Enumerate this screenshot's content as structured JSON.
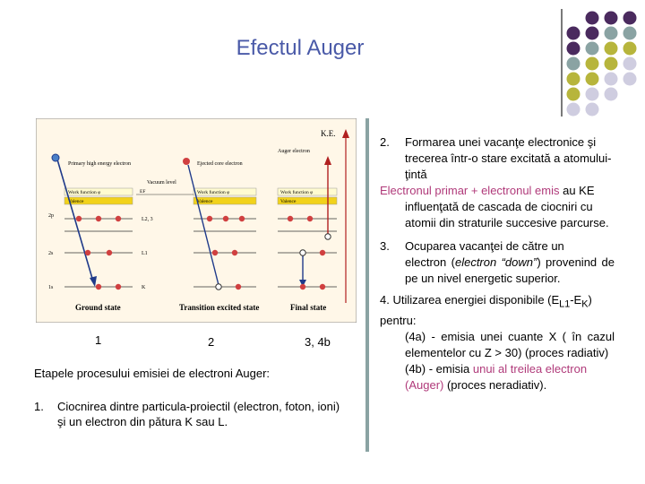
{
  "title": "Efectul Auger",
  "figure": {
    "ke_axis": "K.E.",
    "auger_electron": "Auger electron",
    "primary_electron": "Primary high energy electron",
    "ejected_electron": "Ejected core electron",
    "vacuum_level": "Vacuum level",
    "work_function": "Work function φ",
    "valence": "Valence",
    "fermi": "EF",
    "l23": "L2, 3",
    "l1": "L1",
    "k": "K",
    "l23_side": "2p",
    "l1_side": "2s",
    "k_side": "1s",
    "ground_state": "Ground state",
    "transition_state": "Transition excited state",
    "final_state": "Final state"
  },
  "subfigure_labels": [
    "1",
    "2",
    "3, 4b"
  ],
  "left": {
    "heading": "Etapele procesului emisiei de electroni Auger:",
    "item1_num": "1.",
    "item1_text": "Ciocnirea dintre particula-proiectil (electron, foton, ioni) şi un electron din pătura K sau L."
  },
  "right": {
    "p2_num": "2.",
    "p2_line1": "Formarea unei vacanţe electronice şi",
    "p2_rest": "trecerea într-o stare excitată a atomului-ţintă",
    "p2b_pink": "Electronul primar + electronul emis",
    "p2b_black1": " au KE",
    "p2b_black2": "influenţată de cascada de ciocniri cu atomii din straturile succesive parcurse.",
    "p3_num": "3.",
    "p3_lead": "Ocuparea vacanţei de către un",
    "p3_rest_a": "electron (",
    "p3_italic": "electron “down”",
    "p3_rest_b": ") provenind de pe un nivel energetic superior.",
    "p4_lead": "4. Utilizarea energiei disponibile (E",
    "p4_sub1": "L1",
    "p4_mid": "-E",
    "p4_sub2": "K",
    "p4_end": ") pentru:",
    "p4a": "(4a) - emisia unei cuante X ( în cazul elementelor cu Z > 30) (proces radiativ)",
    "p4b_a": "(4b) - emisia ",
    "p4b_pink": "unui al treilea electron (Auger)",
    "p4b_b": " (proces neradiativ)."
  },
  "colors": {
    "title": "#4a5aa8",
    "accent_pink": "#b03a7a",
    "divider": "#8aa3a3",
    "deco_purple": "#4a2a5e",
    "deco_teal": "#8aa3a3",
    "deco_olive": "#b7b53c",
    "deco_lilac": "#cfcde0"
  }
}
